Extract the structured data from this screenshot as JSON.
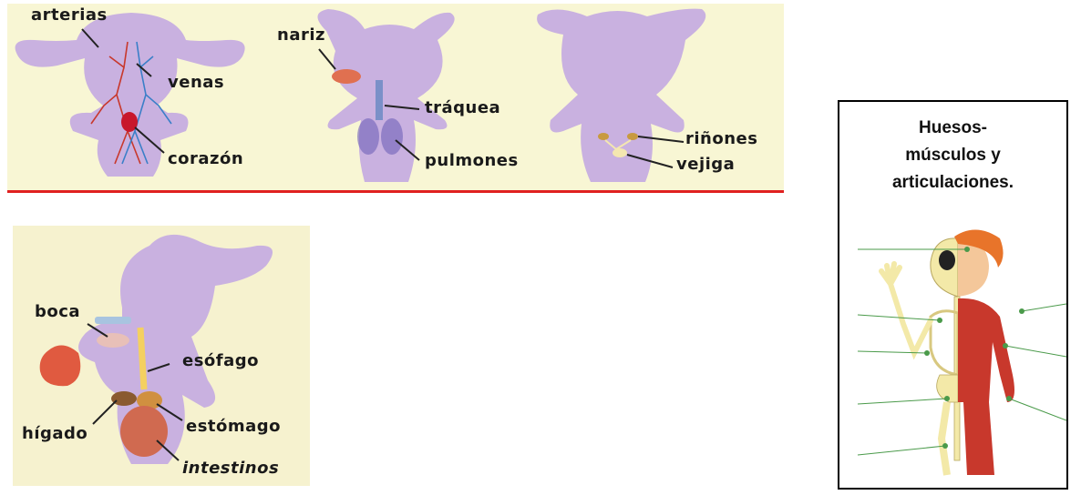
{
  "circulatory": {
    "arterias": "arterias",
    "venas": "venas",
    "corazon": "corazón"
  },
  "respiratory": {
    "nariz": "nariz",
    "traquea": "tráquea",
    "pulmones": "pulmones"
  },
  "excretory": {
    "rinones": "riñones",
    "vejiga": "vejiga"
  },
  "digestive": {
    "boca": "boca",
    "esofago": "esófago",
    "higado": "hígado",
    "estomago": "estómago",
    "intestinos": "intestinos"
  },
  "skeleton_box": {
    "title_line1": "Huesos-",
    "title_line2": "músculos y",
    "title_line3": "articulaciones."
  },
  "colors": {
    "silhouette": "#c9b1e0",
    "panel_bg": "#f8f6d4",
    "red_rule": "#e02020",
    "skeleton": "#f3e9a8",
    "muscle": "#c8382c",
    "hair": "#e8742a",
    "leader_line": "#4a9a4a"
  }
}
